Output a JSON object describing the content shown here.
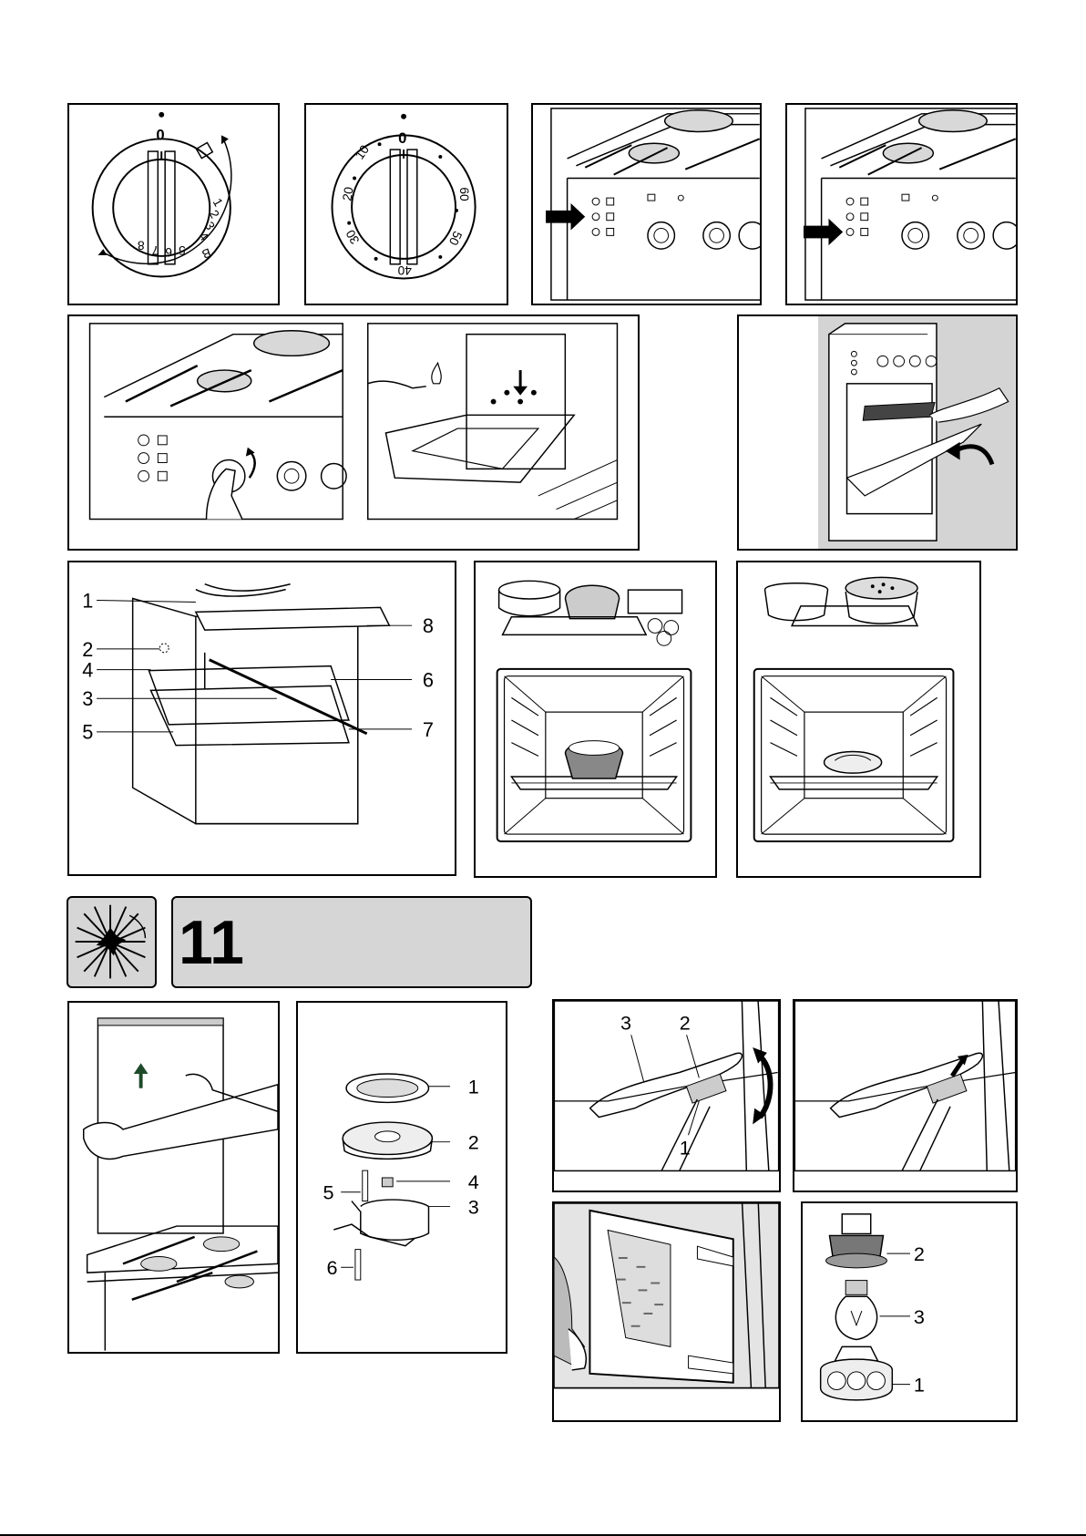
{
  "section": {
    "number": "11",
    "icon": "sparkle-icon"
  },
  "dial_temperature": {
    "zero": "0",
    "marks": [
      "1",
      "2",
      "3",
      "4",
      "5",
      "6",
      "7",
      "8"
    ],
    "position_label": "B"
  },
  "dial_timer": {
    "zero": "0",
    "marks": [
      "10",
      "20",
      "30",
      "40",
      "50",
      "60"
    ]
  },
  "oven_parts": {
    "callouts": [
      "1",
      "2",
      "3",
      "4",
      "5",
      "6",
      "7",
      "8"
    ]
  },
  "burner_parts": {
    "callouts": [
      "1",
      "2",
      "3",
      "4",
      "5",
      "6"
    ]
  },
  "door_hinge": {
    "callouts": [
      "1",
      "2",
      "3"
    ]
  },
  "lamp_parts": {
    "callouts": [
      "1",
      "2",
      "3"
    ]
  },
  "colors": {
    "panel_grey": "#d6d6d6",
    "line": "#000000",
    "arrow_green": "#1f4a2a"
  }
}
